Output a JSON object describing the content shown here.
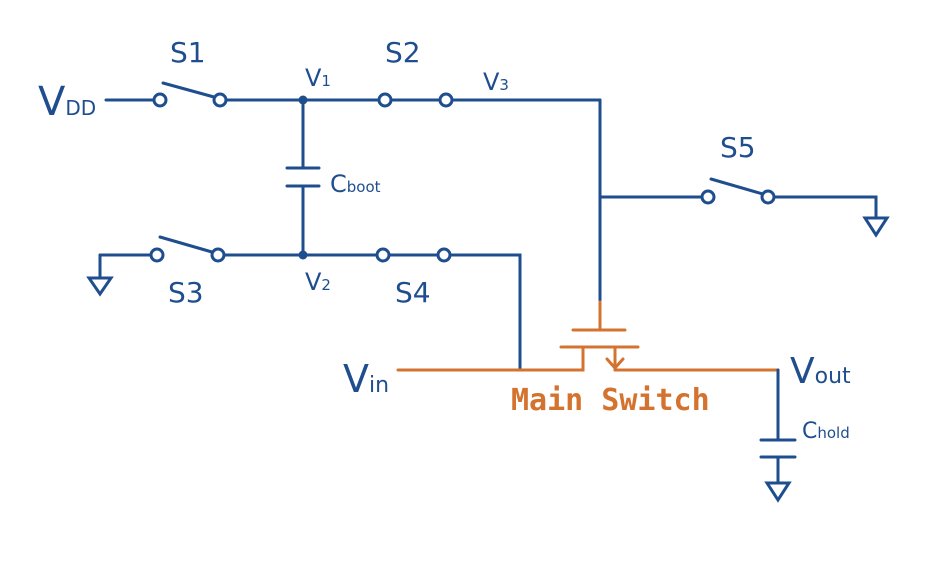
{
  "colors": {
    "wire": "#1f4e8f",
    "main_switch": "#d4732f"
  },
  "labels": {
    "vdd": {
      "main": "V",
      "sub": "DD"
    },
    "vin": {
      "main": "V",
      "sub": "in"
    },
    "vout": {
      "main": "V",
      "sub": "out"
    },
    "v1": {
      "main": "V",
      "sub": "1"
    },
    "v2": {
      "main": "V",
      "sub": "2"
    },
    "v3": {
      "main": "V",
      "sub": "3"
    },
    "cboot": {
      "main": "C",
      "sub": "boot"
    },
    "chold": {
      "main": "C",
      "sub": "hold"
    },
    "s1": "S1",
    "s2": "S2",
    "s3": "S3",
    "s4": "S4",
    "s5": "S5",
    "main_switch": "Main Switch"
  },
  "switch_states": {
    "S1": "open",
    "S2": "closed",
    "S3": "open",
    "S4": "closed",
    "S5": "open"
  }
}
